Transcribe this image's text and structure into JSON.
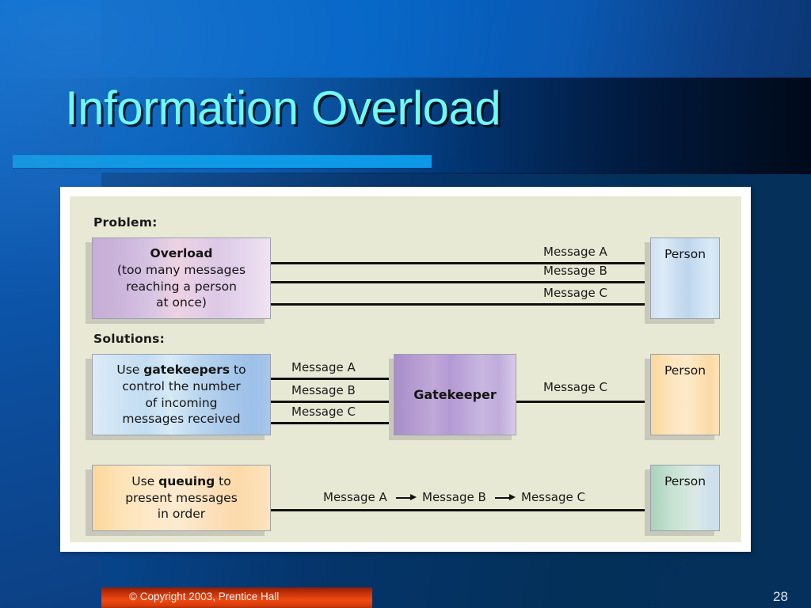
{
  "slide": {
    "title": "Information Overload",
    "page_number": "28",
    "footer": "© Copyright 2003, Prentice Hall",
    "colors": {
      "title_text": "#73f7f2",
      "accent_bar": "#0c99e8",
      "background_blue": "#0062c4",
      "panel_beige": "#e8e9d4",
      "panel_border": "#ffffff",
      "footer_bar": "#f04a12"
    }
  },
  "diagram": {
    "problem_label": "Problem:",
    "solutions_label": "Solutions:",
    "problem_row": {
      "source_box": {
        "title": "Overload",
        "line1": "(too many messages",
        "line2": "reaching a person",
        "line3": "at once)",
        "fill": "purple-pink-gradient"
      },
      "messages": [
        "Message A",
        "Message B",
        "Message C"
      ],
      "target_box": {
        "label": "Person",
        "fill": "light-blue-gradient"
      }
    },
    "gatekeeper_row": {
      "source_box": {
        "prefix": "Use ",
        "strong": "gatekeepers",
        "suffix": " to",
        "line2": "control the number",
        "line3": "of incoming",
        "line4": "messages received",
        "fill": "light-blue-gradient"
      },
      "in_messages": [
        "Message A",
        "Message B",
        "Message C"
      ],
      "middle_box": {
        "label": "Gatekeeper",
        "fill": "purple-gradient"
      },
      "out_message": "Message C",
      "target_box": {
        "label": "Person",
        "fill": "orange-gradient"
      }
    },
    "queuing_row": {
      "source_box": {
        "prefix": "Use ",
        "strong": "queuing",
        "suffix": " to",
        "line2": "present messages",
        "line3": "in order",
        "fill": "orange-gradient"
      },
      "queue_messages": [
        "Message A",
        "Message B",
        "Message C"
      ],
      "target_box": {
        "label": "Person",
        "fill": "green-gradient"
      }
    }
  }
}
